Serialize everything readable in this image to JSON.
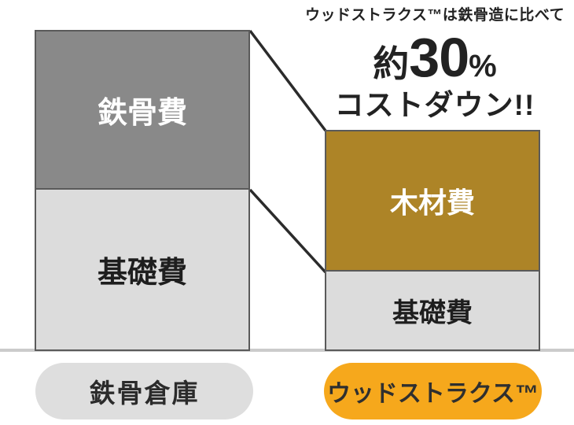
{
  "header": {
    "subtitle": "ウッドストラクス™は鉄骨造に比べて",
    "highlight_prefix": "約",
    "highlight_value": "30",
    "highlight_unit": "%",
    "highlight_line2": "コストダウン!!"
  },
  "bars": {
    "left": {
      "category": "鉄骨倉庫",
      "segments": [
        {
          "label": "鉄骨費",
          "color": "#898989",
          "text_color": "#ffffff"
        },
        {
          "label": "基礎費",
          "color": "#dcdcdc",
          "text_color": "#1e1e1e"
        }
      ]
    },
    "right": {
      "category": "ウッドストラクス™",
      "segments": [
        {
          "label": "木材費",
          "color": "#ad8427",
          "text_color": "#ffffff"
        },
        {
          "label": "基礎費",
          "color": "#dcdcdc",
          "text_color": "#1e1e1e"
        }
      ]
    }
  },
  "pills": {
    "left_label": "鉄骨倉庫",
    "right_label": "ウッドストラクス™",
    "left_color": "#dedede",
    "right_color": "#f6a81c"
  },
  "colors": {
    "steel_segment": "#898989",
    "foundation_segment": "#dcdcdc",
    "wood_segment": "#ad8427",
    "segment_border": "#5a5a5a",
    "connector_line": "#2b2b2b",
    "baseline": "#cbcbcb",
    "headline_text": "#222222",
    "pill_orange": "#f6a81c",
    "pill_gray": "#dedede"
  },
  "chart_data": {
    "type": "bar",
    "stacked": true,
    "title": "ウッドストラクス™は鉄骨造に比べて 約30% コストダウン!!",
    "annotation": "約30%コストダウン!!",
    "categories": [
      "鉄骨倉庫",
      "ウッドストラクス™"
    ],
    "series": [
      {
        "name": "基礎費",
        "values": [
          50,
          25
        ],
        "color": "#dcdcdc"
      },
      {
        "name": "鉄骨費",
        "values": [
          50,
          0
        ],
        "color": "#898989"
      },
      {
        "name": "木材費",
        "values": [
          0,
          44
        ],
        "color": "#ad8427"
      }
    ],
    "totals_relative": {
      "鉄骨倉庫": 100,
      "ウッドストラクス™": 69
    },
    "xlabel": "",
    "ylabel": "",
    "ylim": [
      0,
      100
    ],
    "grid": false,
    "legend_position": "none",
    "notes": "segment labels drawn inside bars; diagonal connector lines join left bar top/segment-boundary to right bar top/segment-boundary"
  }
}
